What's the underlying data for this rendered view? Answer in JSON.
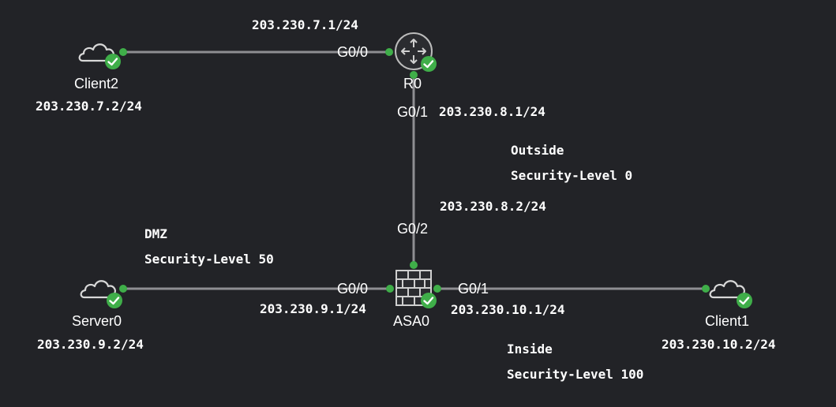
{
  "colors": {
    "background": "#222327",
    "link": "#8e8e92",
    "port_dot": "#3fae49",
    "status_ok": "#3fae49",
    "text": "#ffffff"
  },
  "nodes": {
    "client2": {
      "name": "Client2",
      "ip": "203.230.7.2/24",
      "icon": "cloud-icon"
    },
    "r0": {
      "name": "R0",
      "icon": "router-icon"
    },
    "server0": {
      "name": "Server0",
      "ip": "203.230.9.2/24",
      "icon": "cloud-icon"
    },
    "asa0": {
      "name": "ASA0",
      "icon": "firewall-icon"
    },
    "client1": {
      "name": "Client1",
      "ip": "203.230.10.2/24",
      "icon": "cloud-icon"
    }
  },
  "interfaces": {
    "r0_g00": {
      "port": "G0/0",
      "ip": "203.230.7.1/24"
    },
    "r0_g01": {
      "port": "G0/1",
      "ip": "203.230.8.1/24"
    },
    "asa0_g02": {
      "port": "G0/2",
      "ip": "203.230.8.2/24"
    },
    "asa0_g00": {
      "port": "G0/0",
      "ip": "203.230.9.1/24"
    },
    "asa0_g01": {
      "port": "G0/1",
      "ip": "203.230.10.1/24"
    }
  },
  "zones": {
    "outside": {
      "name": "Outside",
      "level": "Security-Level 0"
    },
    "dmz": {
      "name": "DMZ",
      "level": "Security-Level 50"
    },
    "inside": {
      "name": "Inside",
      "level": "Security-Level 100"
    }
  }
}
